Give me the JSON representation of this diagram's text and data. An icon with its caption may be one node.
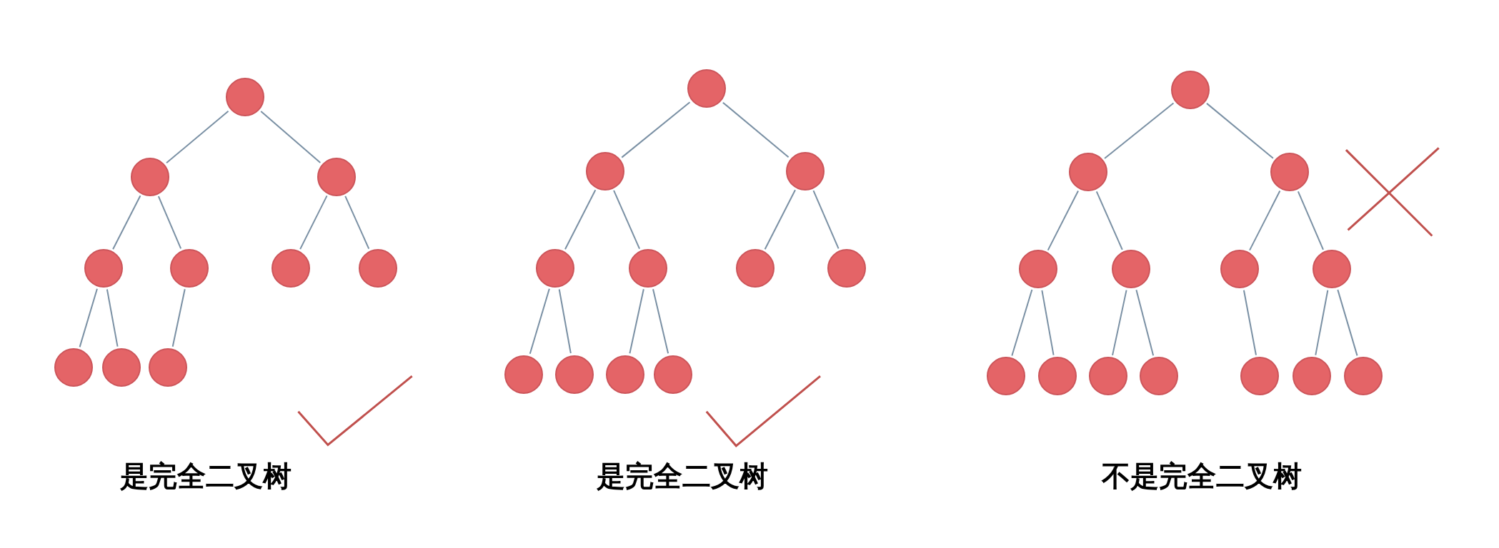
{
  "diagram": {
    "nodes": [
      {
        "text": [],
        "shape": "circle"
      },
      {
        "text": [],
        "shape": "circle"
      },
      {
        "text": [],
        "shape": "circle"
      },
      {
        "text": [],
        "shape": "circle"
      },
      {
        "text": [],
        "shape": "circle"
      },
      {
        "text": [],
        "shape": "circle"
      },
      {
        "text": [],
        "shape": "circle"
      },
      {
        "text": [],
        "shape": "circle"
      },
      {
        "text": [],
        "shape": "circle"
      },
      {
        "text": [],
        "shape": "circle"
      },
      {
        "text": [],
        "shape": "circle"
      },
      {
        "text": [],
        "shape": "circle"
      },
      {
        "text": [],
        "shape": "circle"
      },
      {
        "text": [],
        "shape": "circle"
      },
      {
        "text": [],
        "shape": "circle"
      },
      {
        "text": [],
        "shape": "circle"
      },
      {
        "text": [],
        "shape": "circle"
      },
      {
        "text": [],
        "shape": "circle"
      },
      {
        "text": [],
        "shape": "circle"
      },
      {
        "text": [],
        "shape": "circle"
      },
      {
        "text": [],
        "shape": "circle"
      },
      {
        "text": [],
        "shape": "circle"
      },
      {
        "text": [],
        "shape": "circle"
      },
      {
        "text": [],
        "shape": "circle"
      },
      {
        "text": [],
        "shape": "circle"
      },
      {
        "text": [],
        "shape": "circle"
      },
      {
        "text": [],
        "shape": "circle"
      },
      {
        "text": [],
        "shape": "circle"
      },
      {
        "text": [],
        "shape": "circle"
      },
      {
        "text": [],
        "shape": "circle"
      },
      {
        "text": [],
        "shape": "circle"
      },
      {
        "text": [],
        "shape": "circle"
      },
      {
        "text": [],
        "shape": "circle"
      },
      {
        "text": [],
        "shape": "circle"
      },
      {
        "text": [],
        "shape": "circle"
      }
    ],
    "edges": [
      {
        "from": 0,
        "to": 1,
        "arrow": "none"
      },
      {
        "from": 0,
        "to": 2,
        "arrow": "none"
      },
      {
        "from": 1,
        "to": 3,
        "arrow": "none"
      },
      {
        "from": 1,
        "to": 4,
        "arrow": "none"
      },
      {
        "from": 2,
        "to": 5,
        "arrow": "none"
      },
      {
        "from": 2,
        "to": 6,
        "arrow": "none"
      },
      {
        "from": 3,
        "to": 7,
        "arrow": "none"
      },
      {
        "from": 3,
        "to": 8,
        "arrow": "none"
      },
      {
        "from": 4,
        "to": 9,
        "arrow": "none"
      },
      {
        "from": 10,
        "to": 11,
        "arrow": "none"
      },
      {
        "from": 10,
        "to": 12,
        "arrow": "none"
      },
      {
        "from": 11,
        "to": 13,
        "arrow": "none"
      },
      {
        "from": 11,
        "to": 14,
        "arrow": "none"
      },
      {
        "from": 12,
        "to": 15,
        "arrow": "none"
      },
      {
        "from": 12,
        "to": 16,
        "arrow": "none"
      },
      {
        "from": 13,
        "to": 17,
        "arrow": "none"
      },
      {
        "from": 13,
        "to": 18,
        "arrow": "none"
      },
      {
        "from": 14,
        "to": 19,
        "arrow": "none"
      },
      {
        "from": 14,
        "to": 20,
        "arrow": "none"
      },
      {
        "from": 21,
        "to": 22,
        "arrow": "none"
      },
      {
        "from": 21,
        "to": 23,
        "arrow": "none"
      },
      {
        "from": 22,
        "to": 24,
        "arrow": "none"
      },
      {
        "from": 22,
        "to": 25,
        "arrow": "none"
      },
      {
        "from": 23,
        "to": 26,
        "arrow": "none"
      },
      {
        "from": 23,
        "to": 27,
        "arrow": "none"
      },
      {
        "from": 24,
        "to": 28,
        "arrow": "none"
      },
      {
        "from": 24,
        "to": 29,
        "arrow": "none"
      },
      {
        "from": 25,
        "to": 30,
        "arrow": "none"
      },
      {
        "from": 25,
        "to": 31,
        "arrow": "none"
      },
      {
        "from": 26,
        "to": 32,
        "arrow": "none"
      },
      {
        "from": 27,
        "to": 33,
        "arrow": "none"
      },
      {
        "from": 27,
        "to": 34,
        "arrow": "none"
      }
    ],
    "labels": [
      "是完全二叉树",
      "是完全二叉树",
      "不是完全二叉树"
    ]
  }
}
